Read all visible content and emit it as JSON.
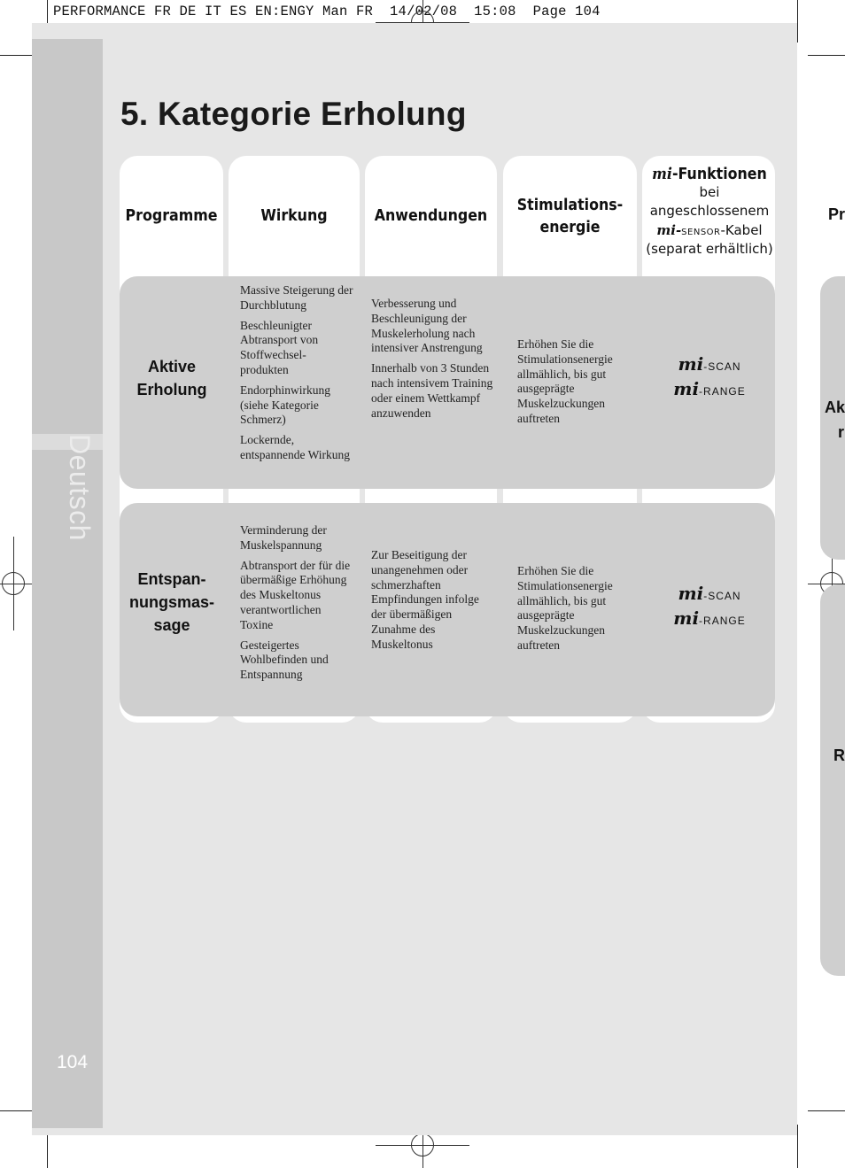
{
  "slug": "PERFORMANCE FR DE IT ES EN:ENGY Man FR  14/02/08  15:08  Page 104",
  "title": "5. Kategorie Erholung",
  "side_label": "Deutsch",
  "page_number": "104",
  "headers": {
    "programme": "Programme",
    "wirkung": "Wirkung",
    "anwendungen": "Anwendungen",
    "energie_1": "Stimulations-",
    "energie_2": "energie",
    "mi_prefix": "mi",
    "mi_title": "-Funktionen",
    "mi_sub_1": "bei",
    "mi_sub_2": "angeschlossenem",
    "mi_sensor_prefix": "mi-",
    "mi_sensor_word": "SENSOR",
    "mi_sensor_suffix": "-Kabel",
    "mi_sub_4": "(separat erhältlich)"
  },
  "rows": [
    {
      "program_1": "Aktive",
      "program_2": "Erholung",
      "effects": [
        "Massive Steigerung der Durchblutung",
        "Beschleunigter Abtransport von Stoffwechsel-produkten",
        "Endorphinwirkung (siehe Kategorie Schmerz)",
        "Lockernde, entspannende Wirkung"
      ],
      "applications": [
        "Verbesserung und Beschleunigung der Muskelerholung nach intensiver Anstrengung",
        "Innerhalb von 3 Stunden nach intensivem Training oder einem Wettkampf anzuwenden"
      ],
      "energy": "Erhöhen Sie die Stimulationsenergie allmählich, bis gut ausgeprägte Muskelzuckungen auftreten",
      "mi_functions": [
        "-SCAN",
        "-RANGE"
      ]
    },
    {
      "program_1": "Entspan-",
      "program_2": "nungsmas-",
      "program_3": "sage",
      "effects": [
        "Verminderung der Muskelspannung",
        "Abtransport der für die übermäßige Erhöhung des Muskeltonus verantwortlichen Toxine",
        "Gesteigertes Wohlbefinden und Entspannung"
      ],
      "applications": [
        "Zur Beseitigung der unangenehmen oder schmerzhaften Empfindungen infolge der übermäßigen Zunahme des Muskeltonus"
      ],
      "energy": "Erhöhen Sie die Stimulationsenergie allmählich, bis gut ausgeprägte Muskelzuckungen auftreten",
      "mi_functions": [
        "-SCAN",
        "-RANGE"
      ]
    }
  ],
  "next_page": {
    "header": "Pr",
    "row1_a": "Akt",
    "row1_b": "r",
    "row2": "R"
  },
  "colors": {
    "page_bg": "#e6e6e6",
    "sidebar": "#c8c8c8",
    "row_bg": "#cfcfcf",
    "card": "#ffffff"
  }
}
